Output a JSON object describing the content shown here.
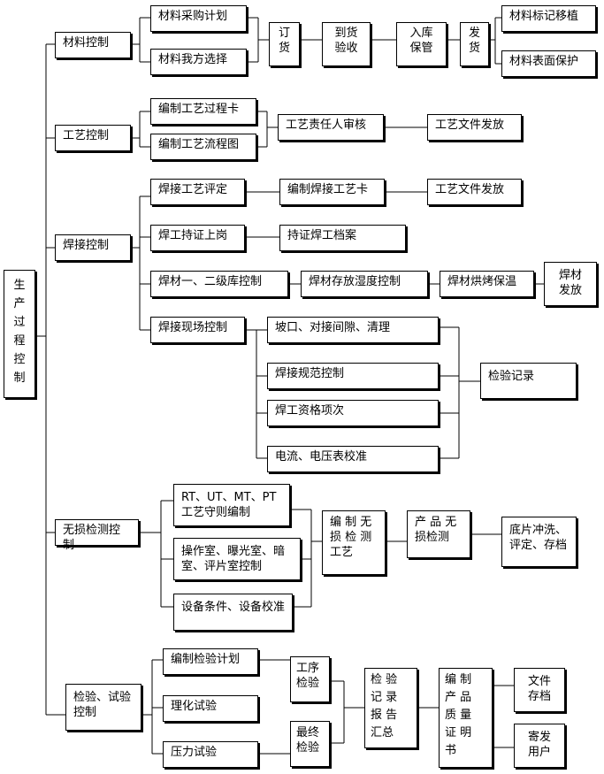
{
  "root": {
    "label": "生\n产\n过\n程\n控\n制"
  },
  "material": {
    "title": "材料控制",
    "purchase_plan": "材料采购计划",
    "our_choice": "材料我方选择",
    "order": "订\n货",
    "arrival": "到货\n验收",
    "storage": "入库\n保管",
    "issue": "发\n货",
    "mark_transfer": "材料标记移植",
    "surface_protect": "材料表面保护"
  },
  "process": {
    "title": "工艺控制",
    "process_card": "编制工艺过程卡",
    "flow_chart": "编制工艺流程图",
    "review": "工艺责任人审核",
    "release": "工艺文件发放"
  },
  "welding": {
    "title": "焊接控制",
    "qualification": "焊接工艺评定",
    "wps_card": "编制焊接工艺卡",
    "wps_release": "工艺文件发放",
    "welder_cert": "焊工持证上岗",
    "welder_file": "持证焊工档案",
    "consumable_store": "焊材一、二级库控制",
    "humidity": "焊材存放湿度控制",
    "baking": "焊材烘烤保温",
    "consumable_issue": "焊材\n发放",
    "site_control": "焊接现场控制",
    "groove": "坡口、对接间隙、清理",
    "procedure_spec": "焊接规范控制",
    "welder_items": "焊工资格项次",
    "meter_calib": "电流、电压表校准",
    "inspection_record": "检验记录"
  },
  "ndt": {
    "title": "无损检测控制",
    "methods": "RT、UT、MT、PT\n工艺守则编制",
    "rooms": "操作室、曝光室、暗\n室、评片室控制",
    "equipment": "设备条件、设备校准",
    "ndt_process": "编 制 无\n损 检 测\n工艺",
    "product_ndt": "产 品 无\n损检测",
    "film": "底片冲洗、\n评定、存档"
  },
  "inspection": {
    "title": "检验、试验\n控制",
    "plan": "编制检验计划",
    "physchem": "理化试验",
    "pressure": "压力试验",
    "process_insp": "工序\n检验",
    "final_insp": "最终\n检验",
    "record_summary": "检  验\n记  录\n报  告\n汇总",
    "quality_cert": "编  制\n产  品\n质  量\n证  明\n书",
    "file_archive": "文件\n存档",
    "send_user": "寄发\n用户"
  }
}
